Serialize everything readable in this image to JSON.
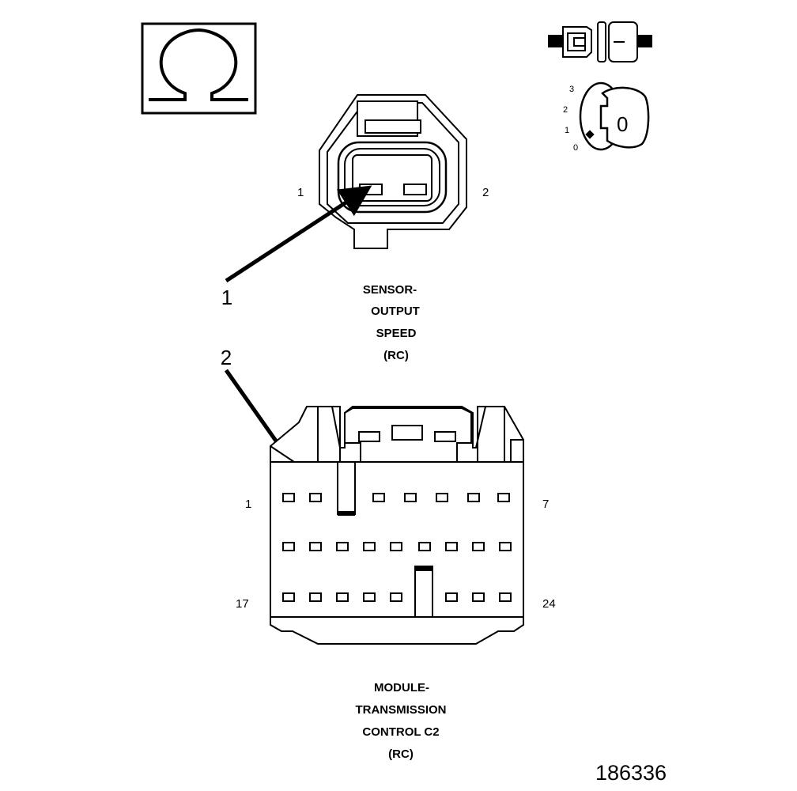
{
  "figure_id": "186336",
  "ohm_symbol": "Ω",
  "sensor_connector": {
    "title_lines": [
      "SENSOR-",
      "OUTPUT",
      "SPEED",
      "(RC)"
    ],
    "pin_left": "1",
    "pin_right": "2"
  },
  "module_connector": {
    "title_lines": [
      "MODULE-",
      "TRANSMISSION",
      "CONTROL C2",
      "(RC)"
    ],
    "pin_top_left": "1",
    "pin_top_right": "7",
    "pin_bottom_left": "17",
    "pin_bottom_right": "24"
  },
  "callouts": [
    "1",
    "2"
  ],
  "ignition_key": {
    "positions": [
      "3",
      "2",
      "1",
      "0"
    ],
    "key_label": "0"
  }
}
